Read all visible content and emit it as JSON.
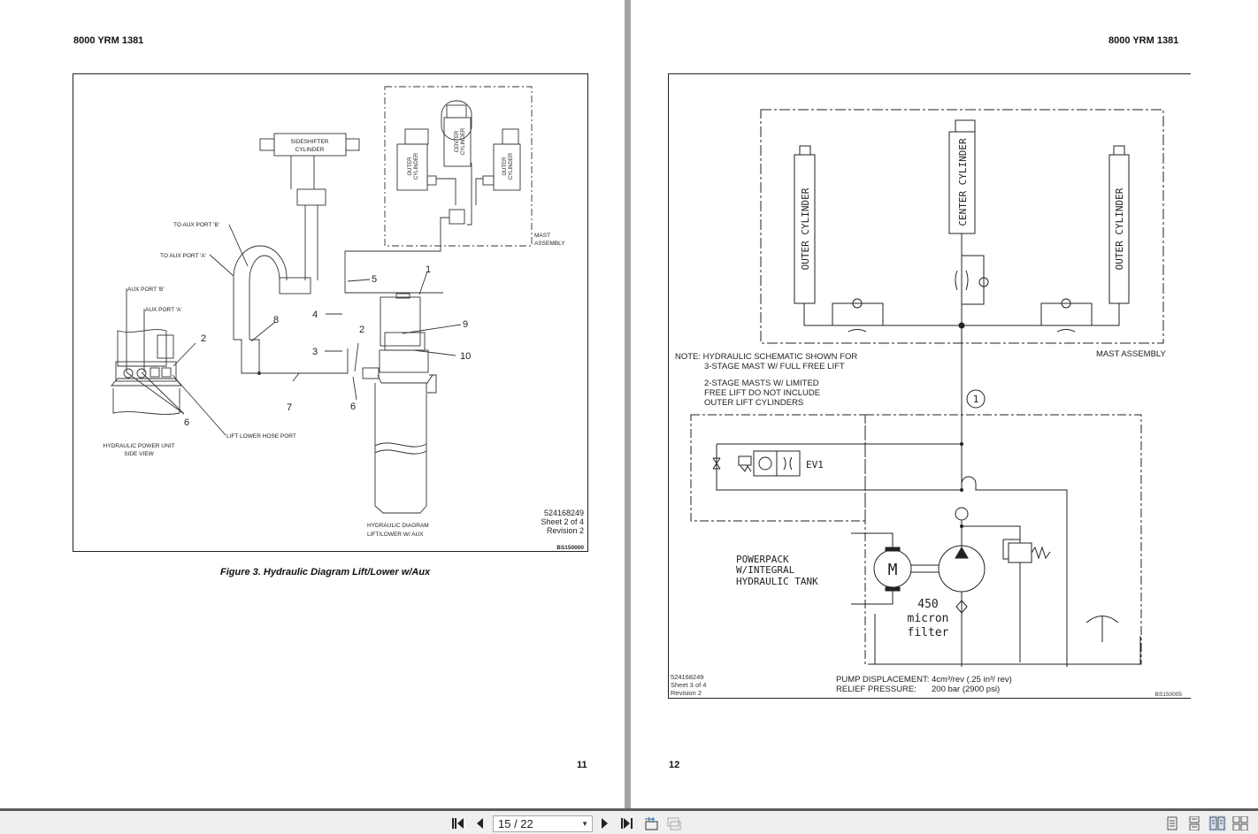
{
  "document": {
    "doc_code": "8000 YRM 1381",
    "pages": [
      {
        "page_number": "11",
        "figure": {
          "labels": {
            "sideshifter": [
              "SIDESHIFTER",
              "CYLINDER"
            ],
            "outer_cylinder": [
              "OUTER",
              "CYLINDER"
            ],
            "center_cylinder": [
              "CENTER",
              "CYLINDER"
            ],
            "mast_assembly": [
              "MAST",
              "ASSEMBLY"
            ],
            "to_aux_b": "TO AUX PORT 'B'",
            "to_aux_a": "TO AUX PORT 'A'",
            "aux_port_b": "AUX PORT 'B'",
            "aux_port_a": "AUX PORT 'A'",
            "lift_lower_hose_port": "LIFT LOWER HOSE PORT",
            "hpu_side_view": [
              "HYDRAULIC POWER UNIT",
              "SIDE VIEW"
            ],
            "diagram_title": [
              "HYDRAULIC DIAGRAM",
              "LIFT/LOWER W/ AUX"
            ]
          },
          "callouts": [
            "1",
            "2",
            "3",
            "4",
            "5",
            "6",
            "7",
            "8",
            "9",
            "10",
            "2",
            "6"
          ],
          "drawing_number": "524168249",
          "sheet": "Sheet 2 of 4",
          "revision": "Revision 2",
          "figure_id": "BS150000"
        },
        "caption": "Figure 3. Hydraulic Diagram Lift/Lower w/Aux"
      },
      {
        "page_number": "12",
        "figure": {
          "labels": {
            "outer_cylinder": "OUTER CYLINDER",
            "center_cylinder": "CENTER CYLINDER",
            "mast_assembly": "MAST ASSEMBLY",
            "note": [
              "NOTE:  HYDRAULIC SCHEMATIC SHOWN FOR",
              "3-STAGE MAST W/ FULL FREE LIFT"
            ],
            "note2": [
              "2-STAGE MASTS W/ LIMITED",
              "FREE LIFT DO NOT INCLUDE",
              "OUTER LIFT CYLINDERS"
            ],
            "circle_callout": "1",
            "valve": "EV1",
            "powerpack": [
              "POWERPACK",
              "W/INTEGRAL",
              "HYDRAULIC TANK"
            ],
            "motor": "M",
            "filter": [
              "450",
              "micron",
              "filter"
            ],
            "pump_displacement_label": "PUMP DISPLACEMENT:",
            "pump_displacement_value": "4cm³/rev  (.25 in³/ rev)",
            "relief_pressure_label": "RELIEF PRESSURE:",
            "relief_pressure_value": "200 bar (2900 psi)"
          },
          "drawing_number": "524168249",
          "sheet": "Sheet 3 of 4",
          "revision": "Revision 2",
          "figure_id": "BS150005"
        }
      }
    ]
  },
  "toolbar": {
    "first_page": "first-page",
    "prev_page": "previous-page",
    "page_indicator": "15 / 22",
    "next_page": "next-page",
    "last_page": "last-page",
    "view_modes": [
      "single-page",
      "single-continuous",
      "two-page",
      "two-continuous"
    ],
    "active_view_mode": "two-page"
  }
}
